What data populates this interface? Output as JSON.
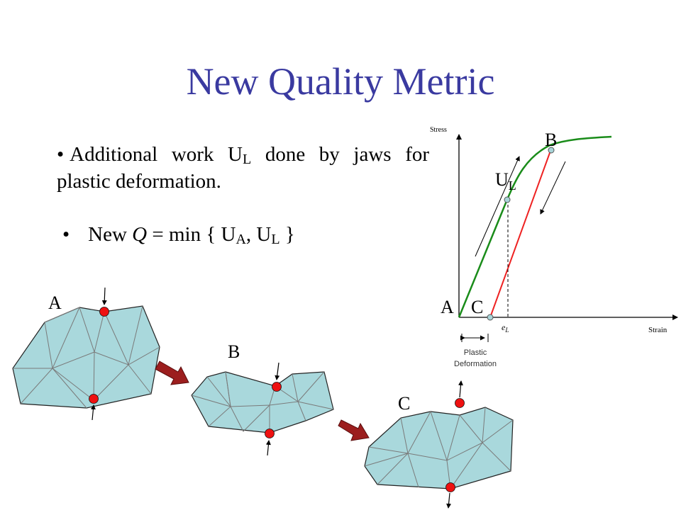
{
  "title": "New Quality Metric",
  "bullets": {
    "b1_dot": "•",
    "b1_text_a": "Additional work U",
    "b1_sub": "L",
    "b1_text_b": " done by jaws for plastic deformation.",
    "b2_dot": "•",
    "b2_text_a": "New ",
    "b2_q": "Q",
    "b2_text_b": " = min { U",
    "b2_sub_a": "A",
    "b2_text_c": ", U",
    "b2_sub_b": "L",
    "b2_text_d": " }"
  },
  "graph": {
    "y_axis_label": "Stress",
    "x_axis_label": "Strain",
    "point_B": "B",
    "point_A": "A",
    "point_C": "C",
    "ul_main": "U",
    "ul_sub": "L",
    "el_main": "e",
    "el_sub": "L",
    "plastic_line1": "Plastic",
    "plastic_line2": "Deformation",
    "colors": {
      "loading": "#1a8c1a",
      "unloading": "#ee2222",
      "point_fill": "#a8d4d8"
    }
  },
  "shapes": {
    "label_A": "A",
    "label_B": "B",
    "label_C": "C",
    "colors": {
      "fill": "#a9d8dc",
      "stroke": "#222222",
      "mesh": "#7a7a7a",
      "contact": "#ee1111",
      "arrow": "#9c1e1e"
    }
  }
}
